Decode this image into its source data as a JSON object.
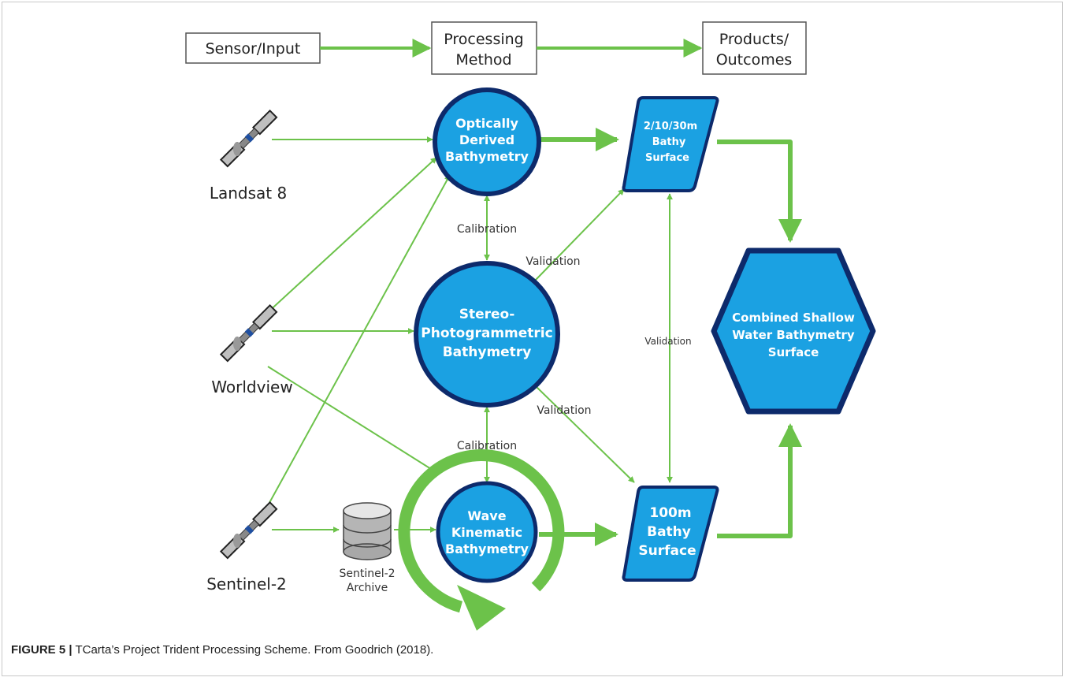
{
  "figure": {
    "caption_label": "FIGURE 5 |",
    "caption_text": "TCarta’s Project Trident Processing Scheme. From Goodrich (2018)."
  },
  "header": {
    "sensor_input": "Sensor/Input",
    "processing_line1": "Processing",
    "processing_line2": "Method",
    "products_line1": "Products/",
    "products_line2": "Outcomes"
  },
  "sensors": {
    "landsat": "Landsat 8",
    "worldview": "Worldview",
    "sentinel": "Sentinel-2",
    "archive_line1": "Sentinel-2",
    "archive_line2": "Archive"
  },
  "methods": {
    "optical_line1": "Optically",
    "optical_line2": "Derived",
    "optical_line3": "Bathymetry",
    "stereo_line1": "Stereo-",
    "stereo_line2": "Photogrammetric",
    "stereo_line3": "Bathymetry",
    "wave_line1": "Wave",
    "wave_line2": "Kinematic",
    "wave_line3": "Bathymetry"
  },
  "products": {
    "fine_line1": "2/10/30m",
    "fine_line2": "Bathy",
    "fine_line3": "Surface",
    "coarse_line1": "100m",
    "coarse_line2": "Bathy",
    "coarse_line3": "Surface",
    "combined_line1": "Combined Shallow",
    "combined_line2": "Water Bathymetry",
    "combined_line3": "Surface"
  },
  "edge_labels": {
    "calibration_top": "Calibration",
    "calibration_bottom": "Calibration",
    "validation_upper": "Validation",
    "validation_lower": "Validation",
    "validation_vertical": "Validation"
  },
  "colors": {
    "node_fill": "#1ba1e2",
    "node_stroke": "#0d2a6b",
    "arrow_green": "#6cc24a",
    "node_text": "#ffffff",
    "label_text": "#333333"
  }
}
